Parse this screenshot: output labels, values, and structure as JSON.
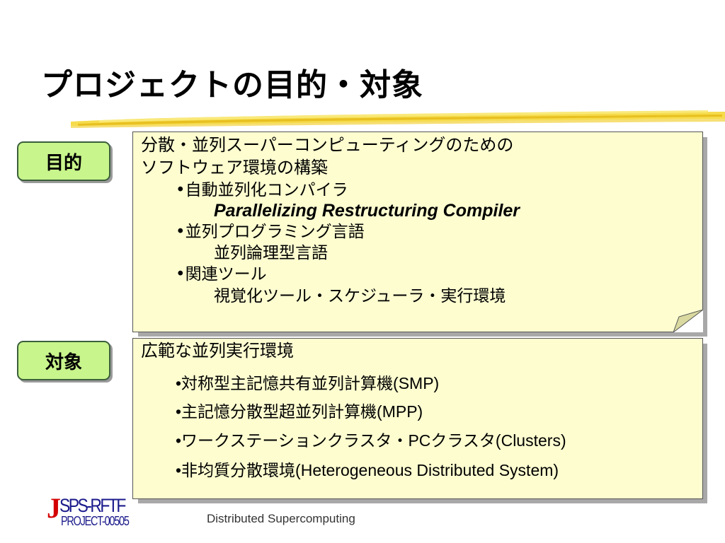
{
  "slide": {
    "title": "プロジェクトの目的・対象"
  },
  "purpose": {
    "label": "目的",
    "heading_line1": "分散・並列スーパーコンピューティングのための",
    "heading_line2": "ソフトウェア環境の構築",
    "items": [
      {
        "bullet": "•自動並列化コンパイラ",
        "sub": "Parallelizing Restructuring Compiler"
      },
      {
        "bullet": "•並列プログラミング言語",
        "sub": "並列論理型言語"
      },
      {
        "bullet": "•関連ツール",
        "sub": "視覚化ツール・スケジューラ・実行環境"
      }
    ]
  },
  "target": {
    "label": "対象",
    "heading": "広範な並列実行環境",
    "items": [
      "•対称型主記憶共有並列計算機(SMP)",
      "•主記憶分散型超並列計算機(MPP)",
      "•ワークステーションクラスタ・PCクラスタ(Clusters)",
      "•非均質分散環境(Heterogeneous Distributed System)"
    ]
  },
  "logo": {
    "j": "J",
    "top": "SPS-RFTF",
    "bottom": "PROJECT-00505"
  },
  "footer": {
    "text": "Distributed Supercomputing"
  },
  "colors": {
    "label_fill": "#c8f58c",
    "panel_fill": "#fdfdd0",
    "brush": "#f2d23a",
    "logo_red": "#d40000",
    "logo_blue": "#1a1a8c"
  }
}
